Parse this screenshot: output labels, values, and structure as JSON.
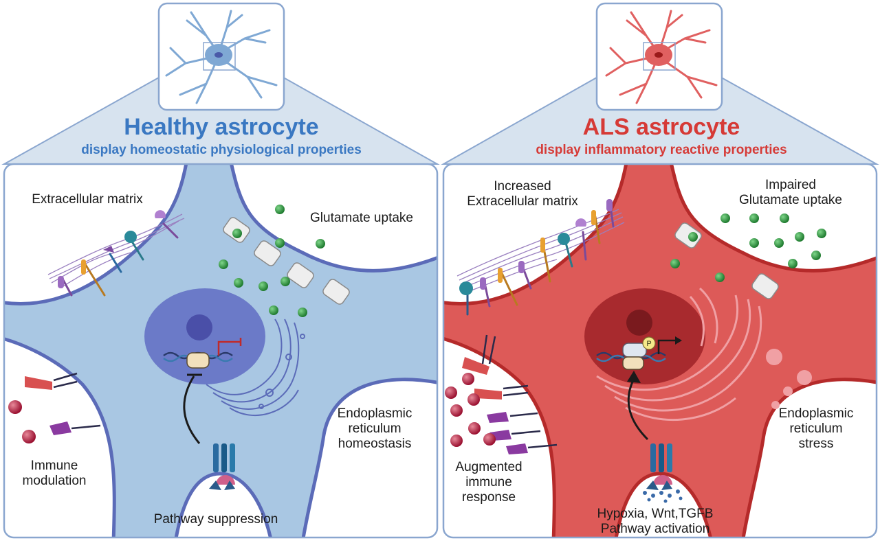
{
  "colors": {
    "healthy": "#3a78c2",
    "healthy_cell": "#a9c7e3",
    "healthy_border": "#5b6bb8",
    "als": "#d63a36",
    "als_cell": "#dd5a58",
    "als_border": "#b52a2a",
    "panel_fill": "#d7e3ef",
    "panel_border": "#8aa6cf",
    "glutamate": "#2e8b3e",
    "receptor": "#8a3aa0"
  },
  "healthy": {
    "title": "Healthy astrocyte",
    "subtitle": "display homeostatic physiological properties",
    "labels": {
      "ecm": "Extracellular matrix",
      "glutamate": "Glutamate uptake",
      "er_1": "Endoplasmic",
      "er_2": "reticulum",
      "er_3": "homeostasis",
      "immune_1": "Immune",
      "immune_2": "modulation",
      "pathway": "Pathway suppression"
    }
  },
  "als": {
    "title": "ALS astrocyte",
    "subtitle": "display inflammatory reactive properties",
    "labels": {
      "ecm_1": "Increased",
      "ecm_2": "Extracellular matrix",
      "glutamate_1": "Impaired",
      "glutamate_2": "Glutamate uptake",
      "er_1": "Endoplasmic",
      "er_2": "reticulum",
      "er_3": "stress",
      "immune_1": "Augmented",
      "immune_2": "immune",
      "immune_3": "response",
      "pathway_1": "Hypoxia, Wnt,TGFB",
      "pathway_2": "Pathway activation"
    },
    "phospho_mark": "P"
  }
}
